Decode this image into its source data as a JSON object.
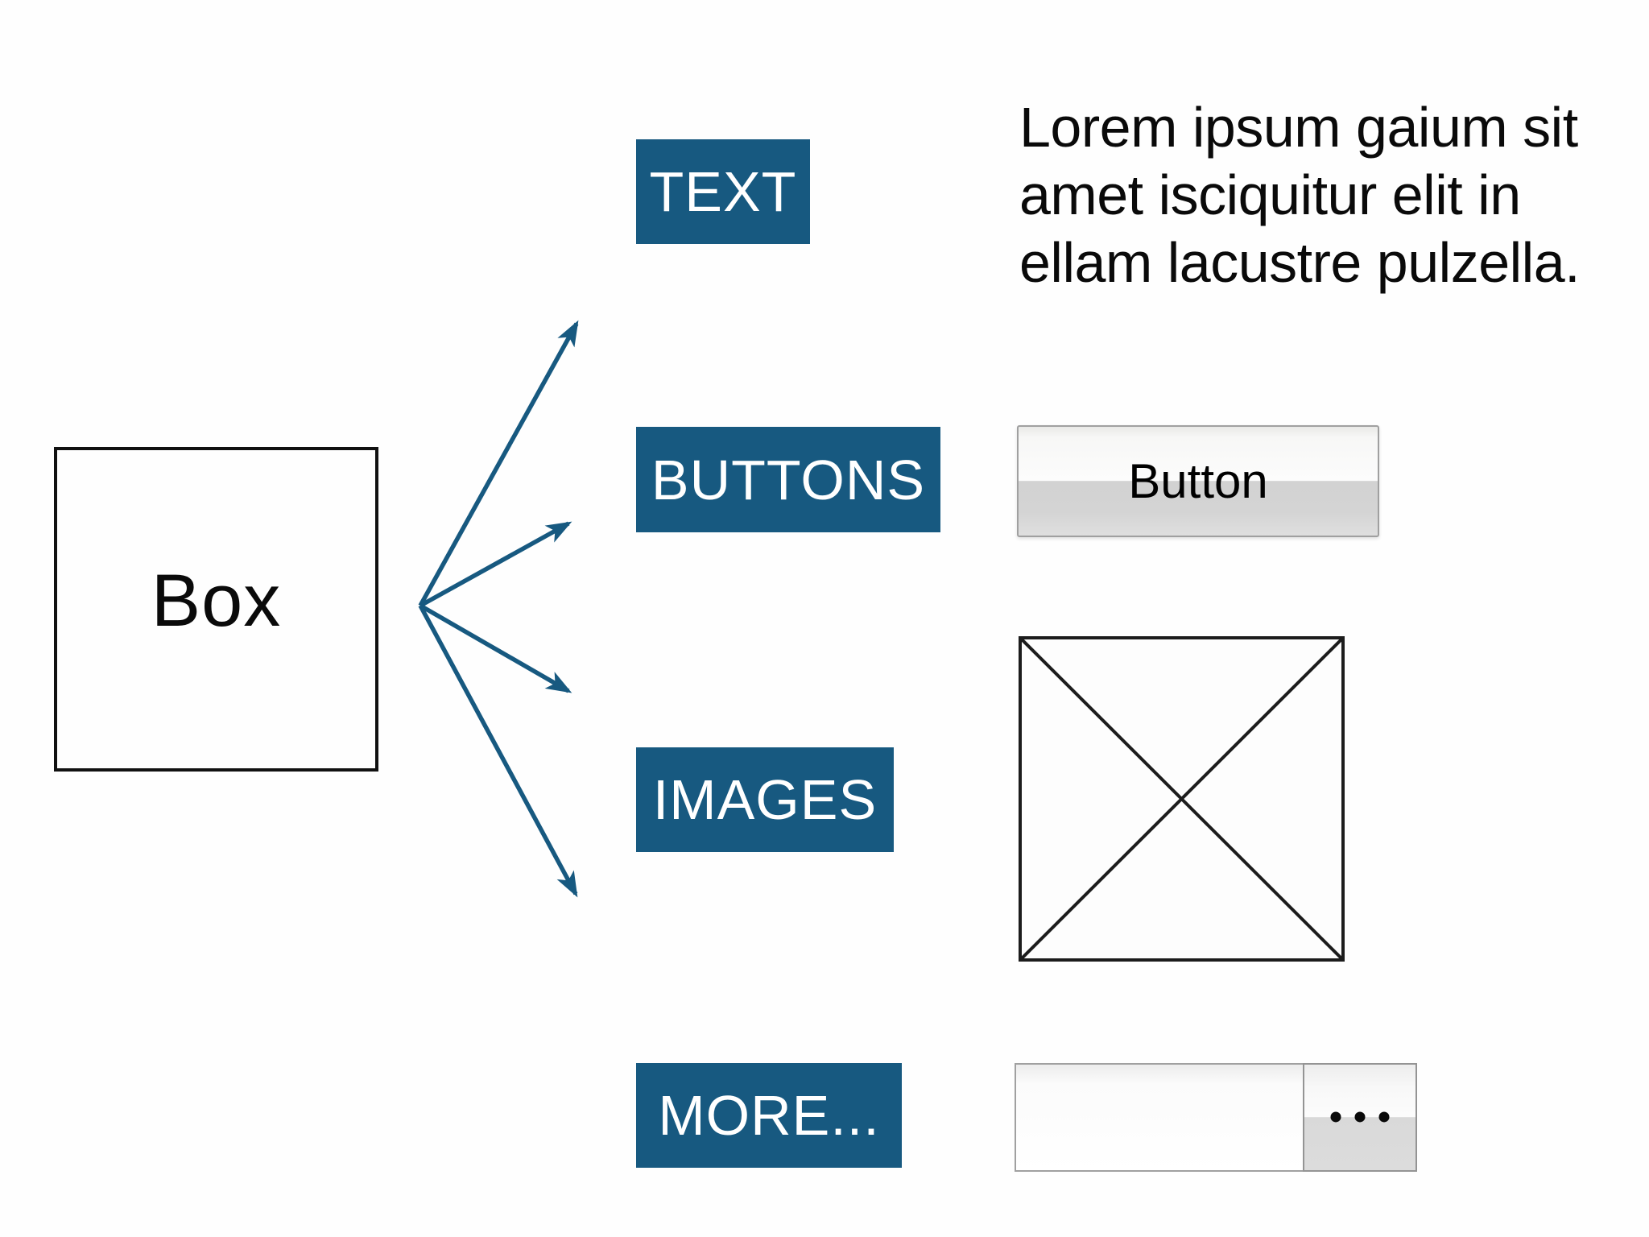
{
  "diagram": {
    "source_box": {
      "label": "Box"
    },
    "branches": [
      {
        "id": "text",
        "label": "TEXT",
        "example_type": "paragraph"
      },
      {
        "id": "buttons",
        "label": "BUTTONS",
        "example_type": "button"
      },
      {
        "id": "images",
        "label": "IMAGES",
        "example_type": "image-placeholder"
      },
      {
        "id": "more",
        "label": "MORE...",
        "example_type": "field-with-ellipsis-button"
      }
    ],
    "examples": {
      "paragraph_text": "Lorem ipsum gaium sit amet isciquitur elit in ellam lacustre pulzella.",
      "button_label": "Button",
      "more_field_value": "",
      "ellipsis_glyph": "..."
    },
    "colors": {
      "accent_blue": "#175980",
      "label_text": "#ffffff",
      "body_text": "#0a0a0a",
      "outline_dark": "#111111",
      "widget_border": "#a0a0a0"
    }
  }
}
